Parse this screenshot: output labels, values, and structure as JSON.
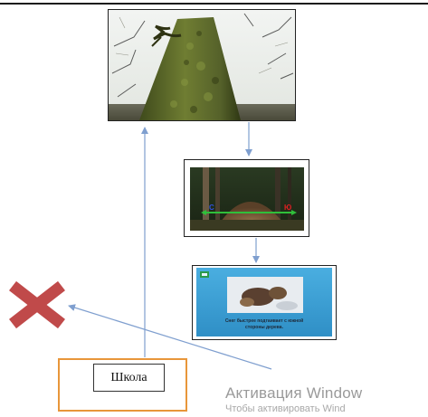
{
  "diagram": {
    "school_label": "Школа",
    "snow_slide_caption_line1": "Снег быстрее подтаивает с южной",
    "snow_slide_caption_line2": "стороны дерева.",
    "anthill_left_marker": "С",
    "anthill_right_marker": "Ю"
  },
  "os_watermark": {
    "title": "Активация Window",
    "subtitle": "Чтобы активировать Wind"
  },
  "icons": {
    "reject_mark": "x-cross-icon"
  },
  "colors": {
    "arrow": "#7f9fcf",
    "school_box_border": "#e8963a",
    "cross": "#c04a4a",
    "snow_slide_background": "#3aa0d4",
    "anthill_arrow": "#2fbf3a",
    "anthill_left_marker": "#3050e0",
    "anthill_right_marker": "#e02020"
  }
}
